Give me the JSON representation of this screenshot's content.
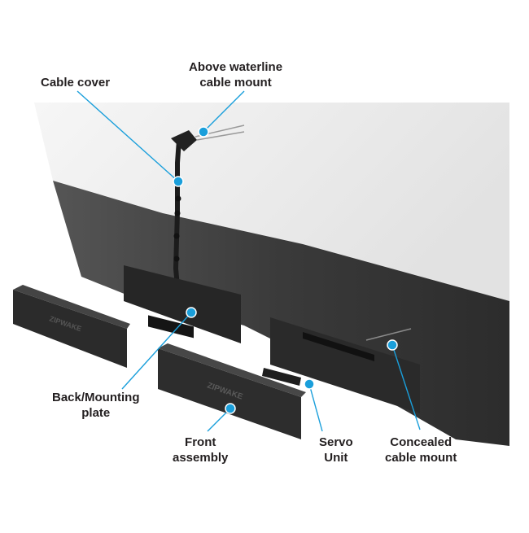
{
  "labels": {
    "cable_cover": "Cable cover",
    "above_waterline": {
      "line1": "Above waterline",
      "line2": "cable mount"
    },
    "back_mounting": {
      "line1": "Back/Mounting",
      "line2": "plate"
    },
    "front_assembly": {
      "line1": "Front",
      "line2": "assembly"
    },
    "servo_unit": {
      "line1": "Servo",
      "line2": "Unit"
    },
    "concealed": {
      "line1": "Concealed",
      "line2": "cable mount"
    }
  },
  "brand_marks": {
    "front_panel": "ZIPWAKE",
    "side_panel": "ZIPWAKE"
  },
  "colors": {
    "hull_top": "#ececec",
    "hull_bottom": "#3a3a3a",
    "panel": "#2b2b2b",
    "callout": "#1a9fdb"
  }
}
